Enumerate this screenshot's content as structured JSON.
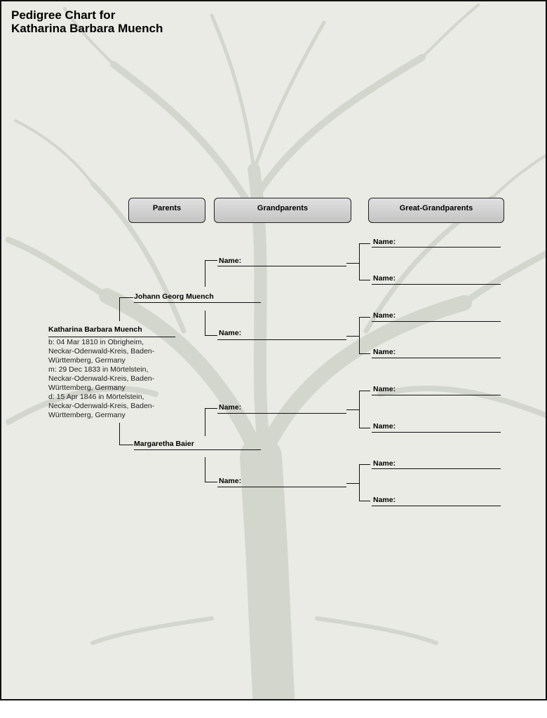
{
  "title": {
    "line1": "Pedigree Chart for",
    "line2": "Katharina Barbara Muench"
  },
  "headers": {
    "parents": "Parents",
    "grandparents": "Grandparents",
    "great_grandparents": "Great-Grandparents"
  },
  "subject": {
    "name": "Katharina Barbara Muench",
    "details": [
      "b: 04 Mar 1810 in Obrigheim,",
      "Neckar-Odenwald-Kreis, Baden-",
      "Württemberg, Germany",
      "m: 29 Dec 1833 in Mörtelstein,",
      "Neckar-Odenwald-Kreis, Baden-",
      "Württemberg, Germany",
      "d: 15 Apr 1846 in Mörtelstein,",
      "Neckar-Odenwald-Kreis, Baden-",
      "Württemberg, Germany"
    ]
  },
  "parents": {
    "father": "Johann Georg Muench",
    "mother": "Margaretha Baier"
  },
  "grandparents": [
    "Name:",
    "Name:",
    "Name:",
    "Name:"
  ],
  "great_grandparents": [
    "Name:",
    "Name:",
    "Name:",
    "Name:",
    "Name:",
    "Name:",
    "Name:",
    "Name:"
  ]
}
